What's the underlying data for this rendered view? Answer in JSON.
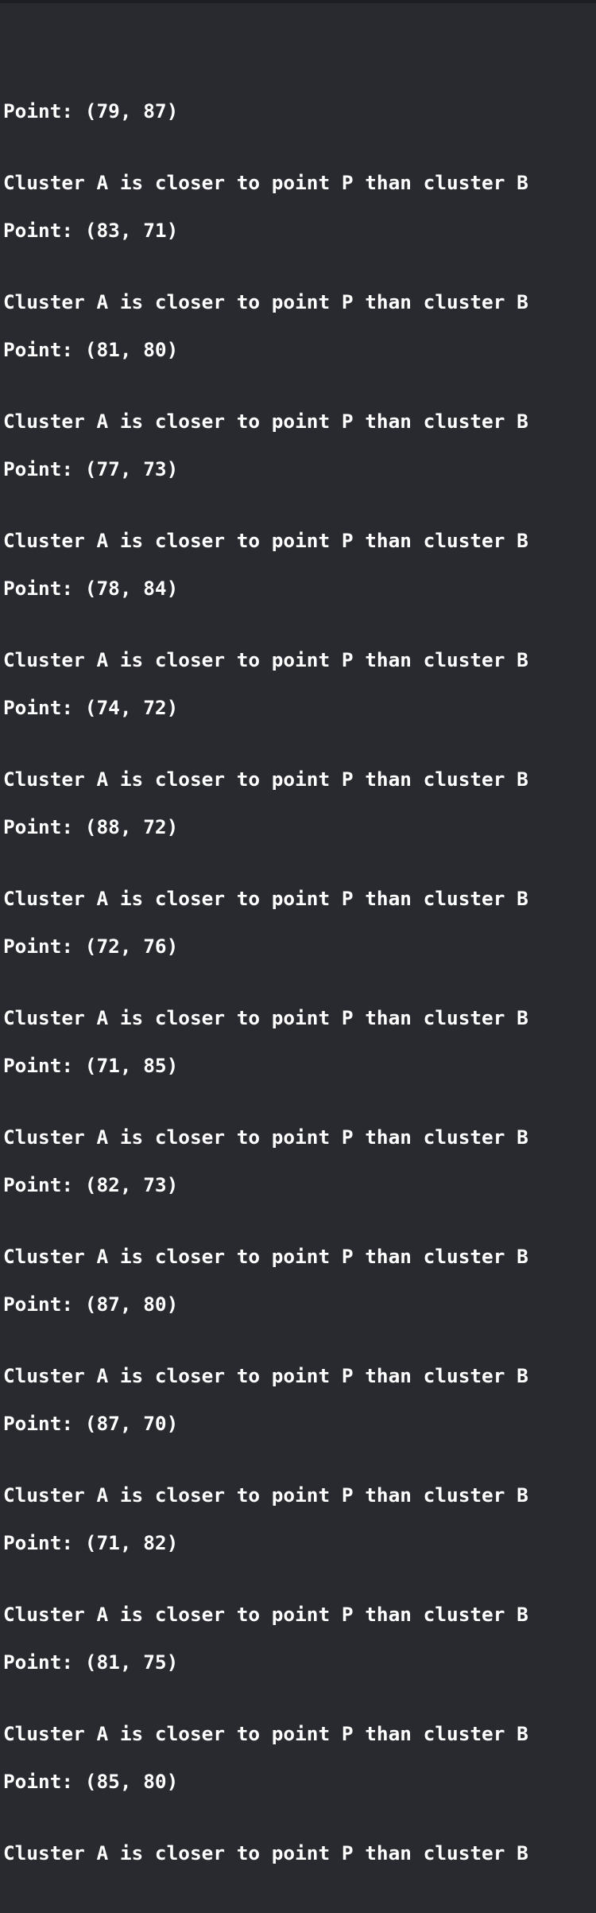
{
  "console": {
    "entries": [
      {
        "point": "Point: (79, 87)",
        "result": "Cluster A is closer to point P than cluster B"
      },
      {
        "point": "Point: (83, 71)",
        "result": "Cluster A is closer to point P than cluster B"
      },
      {
        "point": "Point: (81, 80)",
        "result": "Cluster A is closer to point P than cluster B"
      },
      {
        "point": "Point: (77, 73)",
        "result": "Cluster A is closer to point P than cluster B"
      },
      {
        "point": "Point: (78, 84)",
        "result": "Cluster A is closer to point P than cluster B"
      },
      {
        "point": "Point: (74, 72)",
        "result": "Cluster A is closer to point P than cluster B"
      },
      {
        "point": "Point: (88, 72)",
        "result": "Cluster A is closer to point P than cluster B"
      },
      {
        "point": "Point: (72, 76)",
        "result": "Cluster A is closer to point P than cluster B"
      },
      {
        "point": "Point: (71, 85)",
        "result": "Cluster A is closer to point P than cluster B"
      },
      {
        "point": "Point: (82, 73)",
        "result": "Cluster A is closer to point P than cluster B"
      },
      {
        "point": "Point: (87, 80)",
        "result": "Cluster A is closer to point P than cluster B"
      },
      {
        "point": "Point: (87, 70)",
        "result": "Cluster A is closer to point P than cluster B"
      },
      {
        "point": "Point: (71, 82)",
        "result": "Cluster A is closer to point P than cluster B"
      },
      {
        "point": "Point: (81, 75)",
        "result": "Cluster A is closer to point P than cluster B"
      },
      {
        "point": "Point: (85, 80)",
        "result": "Cluster A is closer to point P than cluster B"
      }
    ]
  },
  "colors": {
    "background": "#292a30",
    "text": "#ffffff"
  }
}
